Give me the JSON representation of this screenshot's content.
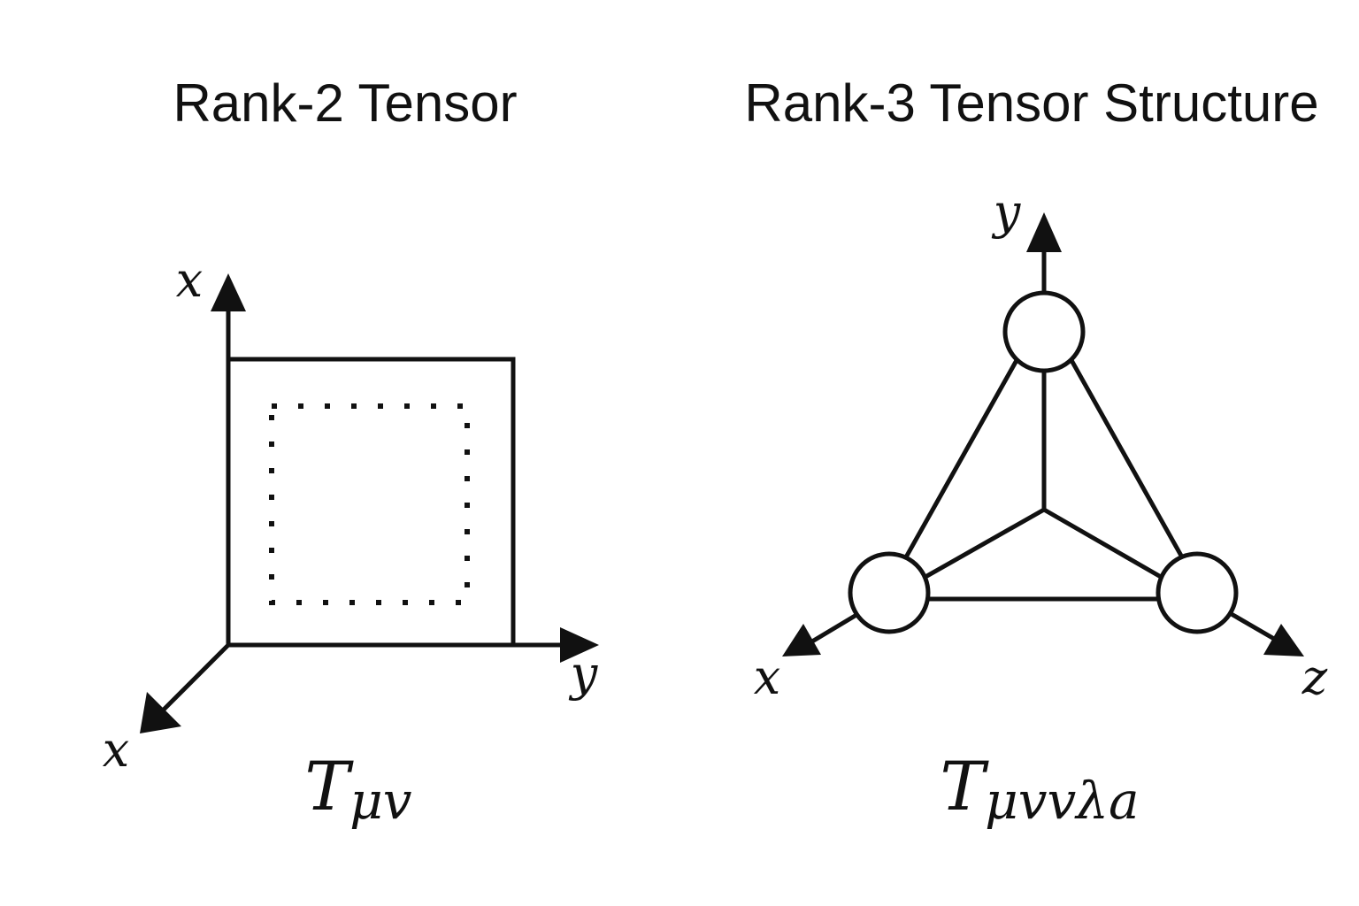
{
  "rank2": {
    "title": "Rank-2 Tensor",
    "axes": {
      "vertical": "x",
      "horizontal": "y",
      "diagonal": "x"
    },
    "formula": {
      "symbol": "T",
      "indices": "μv"
    }
  },
  "rank3": {
    "title": "Rank-3 Tensor Structure",
    "axes": {
      "up": "y",
      "left": "x",
      "right": "z"
    },
    "formula": {
      "symbol": "T",
      "indices": "μvvλa"
    }
  },
  "colors": {
    "ink": "#111111",
    "background": "#ffffff"
  }
}
